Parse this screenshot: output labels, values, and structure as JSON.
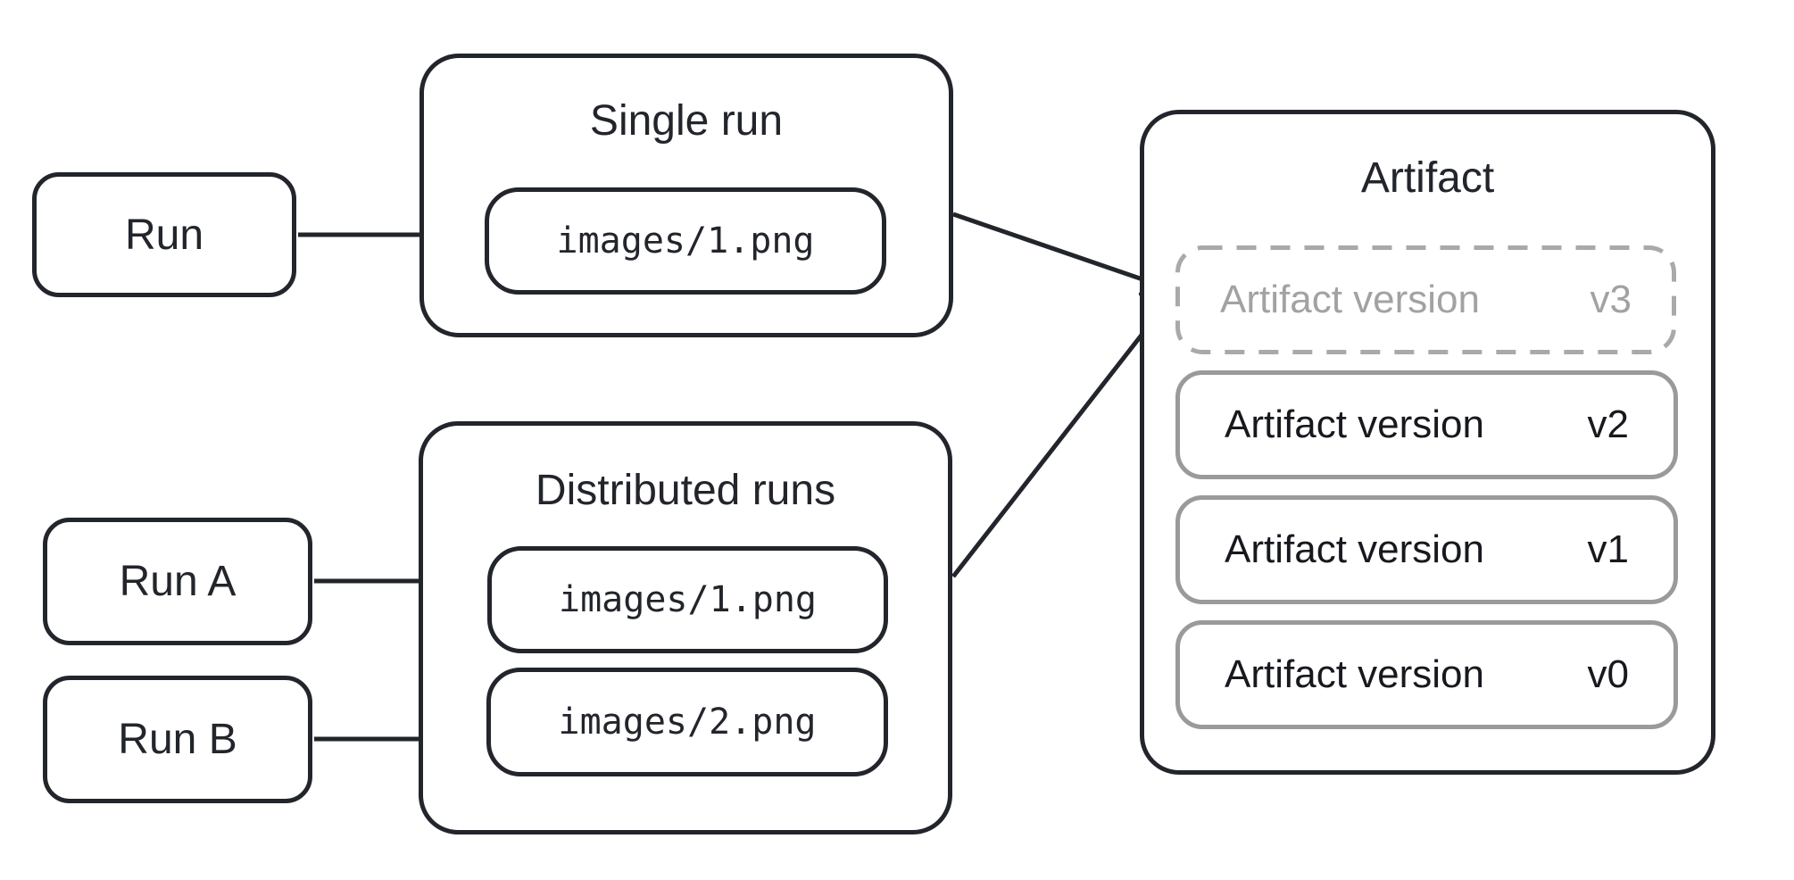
{
  "runs": {
    "single": "Run",
    "run_a": "Run A",
    "run_b": "Run B"
  },
  "groups": {
    "single_run": {
      "title": "Single run",
      "file": "images/1.png"
    },
    "distributed": {
      "title": "Distributed runs",
      "files": [
        "images/1.png",
        "images/2.png"
      ]
    }
  },
  "artifact": {
    "title": "Artifact",
    "pending": {
      "label": "Artifact version",
      "version": "v3"
    },
    "versions": [
      {
        "label": "Artifact version",
        "version": "v2"
      },
      {
        "label": "Artifact version",
        "version": "v1"
      },
      {
        "label": "Artifact version",
        "version": "v0"
      }
    ]
  },
  "colors": {
    "stroke_dark": "#22252b",
    "stroke_gray": "#9a9a9a",
    "dashed_gray": "#a9a9a9",
    "text_gray": "#a2a2a2",
    "background": "#ffffff"
  }
}
